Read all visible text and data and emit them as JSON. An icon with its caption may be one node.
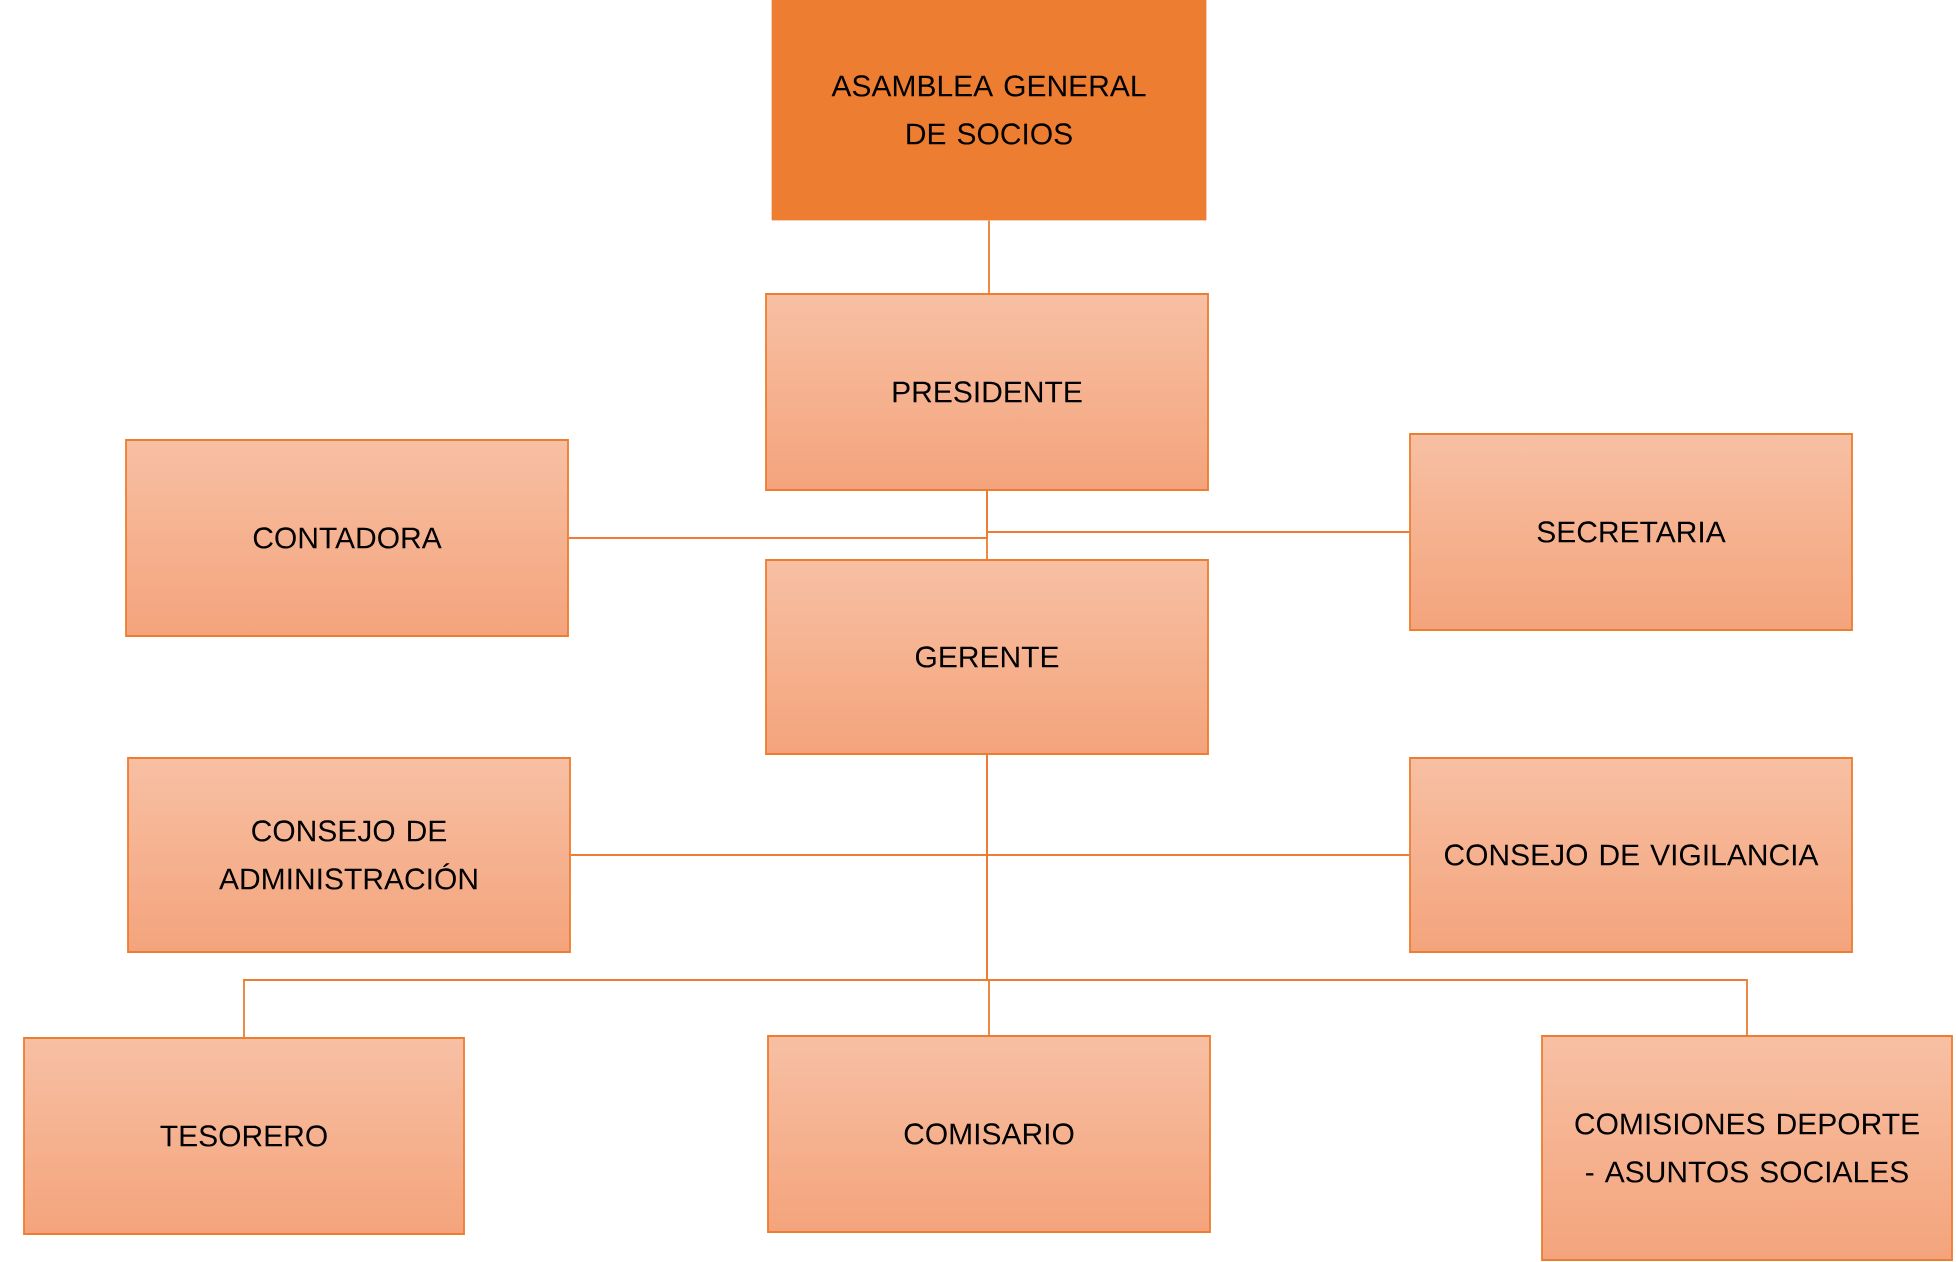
{
  "diagram": {
    "nodes": [
      {
        "text": [
          "ASAMBLEA GENERAL DE SOCIOS"
        ]
      },
      {
        "text": [
          "PRESIDENTE"
        ]
      },
      {
        "text": [
          "CONTADORA"
        ]
      },
      {
        "text": [
          "SECRETARIA"
        ]
      },
      {
        "text": [
          "GERENTE"
        ]
      },
      {
        "text": [
          "CONSEJO DE ADMINISTRACIÓN"
        ]
      },
      {
        "text": [
          "CONSEJO DE VIGILANCIA"
        ]
      },
      {
        "text": [
          "TESORERO"
        ]
      },
      {
        "text": [
          "COMISARIO"
        ]
      },
      {
        "text": [
          "COMISIONES DEPORTE -  ASUNTOS SOCIALES"
        ]
      }
    ],
    "edges": [
      {
        "from": 0,
        "to": 1,
        "arrow": "none"
      },
      {
        "from": 1,
        "to": 4,
        "arrow": "none"
      },
      {
        "from": 1,
        "to": 2,
        "arrow": "none"
      },
      {
        "from": 1,
        "to": 3,
        "arrow": "none"
      },
      {
        "from": 4,
        "to": 5,
        "arrow": "none"
      },
      {
        "from": 4,
        "to": 6,
        "arrow": "none"
      },
      {
        "from": 4,
        "to": 7,
        "arrow": "none"
      },
      {
        "from": 4,
        "to": 8,
        "arrow": "none"
      },
      {
        "from": 4,
        "to": 9,
        "arrow": "none"
      }
    ]
  }
}
